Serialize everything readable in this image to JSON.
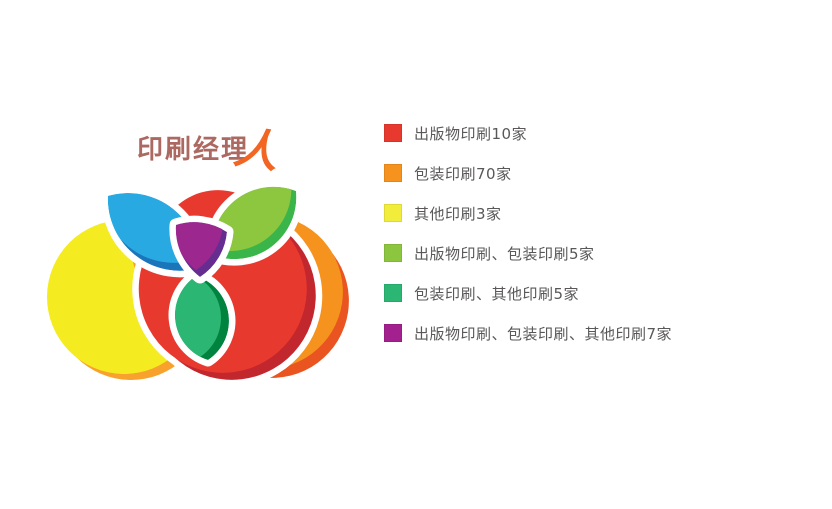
{
  "page": {
    "background": "#ffffff",
    "description": "Venn-style infographic of printing companies by business type"
  },
  "watermark": {
    "text": "印刷经理",
    "mark": "人",
    "text_color": "#9e5047",
    "mark_color": "#f26522"
  },
  "venn": {
    "colors": {
      "red_main": "#e8392f",
      "red_shadow": "#c2272e",
      "yellow_main": "#f5eb21",
      "yellow_shadow": "#f8a12c",
      "orange_main": "#f6921e",
      "orange_shadow": "#e95420",
      "blue_light": "#29a9e1",
      "blue_dark": "#1b75bb",
      "green_light": "#8dc63f",
      "green_dark": "#3ab54a",
      "emerald_light": "#2bb673",
      "emerald_dark": "#00833e",
      "purple_light": "#9c278f",
      "purple_dark": "#662d91"
    }
  },
  "legend": {
    "items": [
      {
        "label": "出版物印刷10家",
        "color": "#e8392f"
      },
      {
        "label": "包装印刷70家",
        "color": "#f6921e"
      },
      {
        "label": "其他印刷3家",
        "color": "#f2ec3a"
      },
      {
        "label": "出版物印刷、包装印刷5家",
        "color": "#8cc63f"
      },
      {
        "label": "包装印刷、其他印刷5家",
        "color": "#2bb673"
      },
      {
        "label": "出版物印刷、包装印刷、其他印刷7家",
        "color": "#a3218e"
      }
    ]
  },
  "chart_data": {
    "type": "venn",
    "title": "",
    "sets": [
      "出版物印刷",
      "包装印刷",
      "其他印刷"
    ],
    "regions": [
      {
        "sets": [
          "出版物印刷"
        ],
        "label": "出版物印刷10家",
        "value": 10,
        "unit": "家",
        "color": "#e8392f"
      },
      {
        "sets": [
          "包装印刷"
        ],
        "label": "包装印刷70家",
        "value": 70,
        "unit": "家",
        "color": "#f6921e"
      },
      {
        "sets": [
          "其他印刷"
        ],
        "label": "其他印刷3家",
        "value": 3,
        "unit": "家",
        "color": "#f2ec3a"
      },
      {
        "sets": [
          "出版物印刷",
          "包装印刷"
        ],
        "label": "出版物印刷、包装印刷5家",
        "value": 5,
        "unit": "家",
        "color": "#8cc63f"
      },
      {
        "sets": [
          "包装印刷",
          "其他印刷"
        ],
        "label": "包装印刷、其他印刷5家",
        "value": 5,
        "unit": "家",
        "color": "#2bb673"
      },
      {
        "sets": [
          "出版物印刷",
          "包装印刷",
          "其他印刷"
        ],
        "label": "出版物印刷、包装印刷、其他印刷7家",
        "value": 7,
        "unit": "家",
        "color": "#a3218e"
      }
    ],
    "unlabeled_regions": [
      {
        "sets": [
          "出版物印刷",
          "其他印刷"
        ],
        "value": null,
        "color": "#29a9e1",
        "note": "blue petal shown in diagram without legend entry"
      }
    ],
    "legend_position": "right",
    "watermark": "印刷经理人"
  }
}
